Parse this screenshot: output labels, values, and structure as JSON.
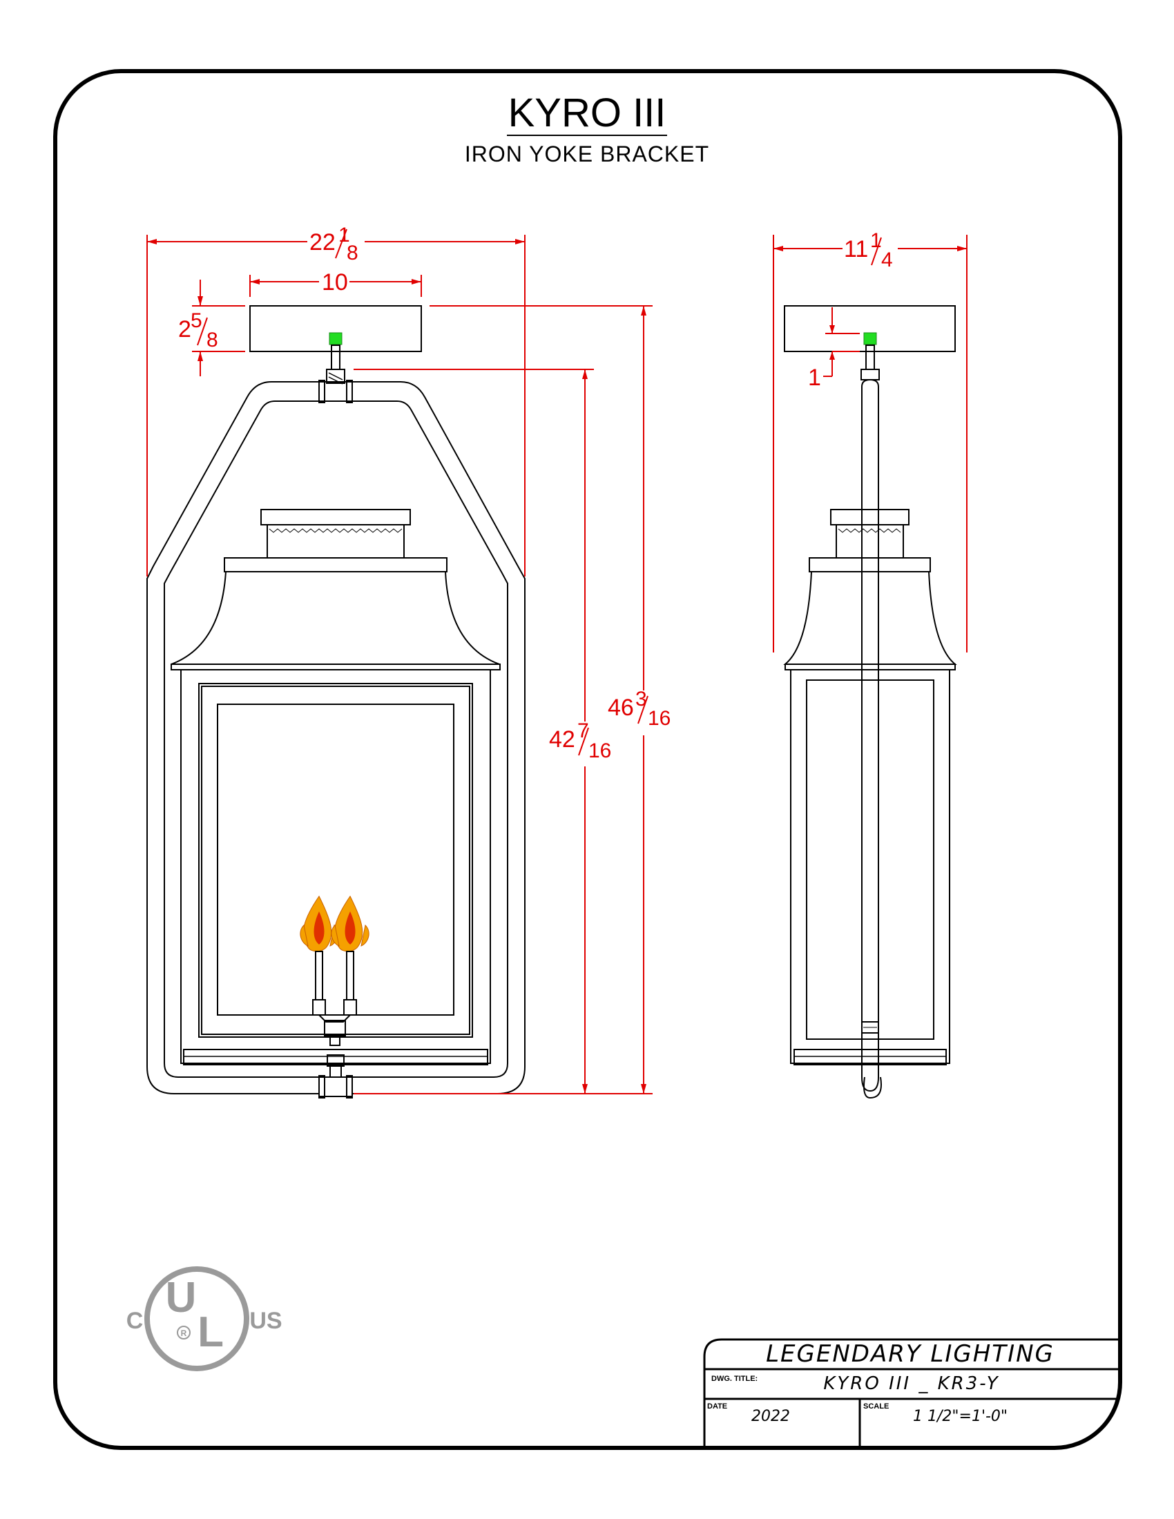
{
  "drawing": {
    "title": "KYRO III",
    "subtitle": "IRON YOKE BRACKET"
  },
  "dimensions": {
    "overall_width": {
      "whole": "22",
      "num": "1",
      "den": "8"
    },
    "canopy_width": {
      "whole": "10"
    },
    "canopy_height": {
      "whole": "2",
      "num": "5",
      "den": "8"
    },
    "side_width": {
      "whole": "11",
      "num": "1",
      "den": "4"
    },
    "stem_offset": {
      "whole": "1"
    },
    "lantern_height": {
      "whole": "42",
      "num": "7",
      "den": "16"
    },
    "overall_height": {
      "whole": "46",
      "num": "3",
      "den": "16"
    }
  },
  "title_block": {
    "company": "LEGENDARY LIGHTING",
    "dwg_title_label": "DWG. TITLE:",
    "dwg_title": "KYRO III _ KR3-Y",
    "date_label": "DATE",
    "date": "2022",
    "scale_label": "SCALE",
    "scale": "1 1/2\"=1'-0\""
  },
  "logo": {
    "ul_letters": [
      "U",
      "L"
    ],
    "c_mark": "C",
    "us_mark": "US",
    "r_mark": "R"
  },
  "colors": {
    "dimension": "#e00000",
    "flame_outer": "#f5a000",
    "flame_inner": "#e03000",
    "valve_green": "#22dd22",
    "logo_gray": "#9a9a9a"
  }
}
